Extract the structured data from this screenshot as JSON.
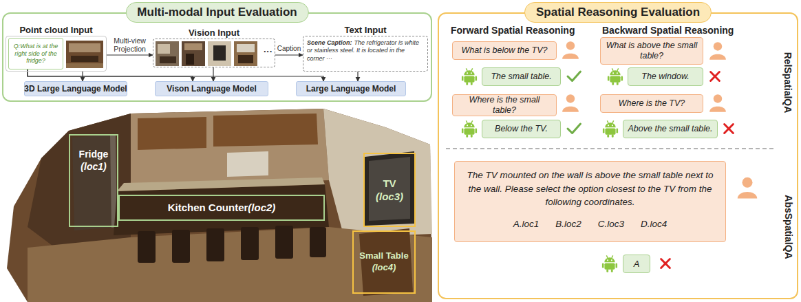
{
  "diagram": {
    "nodes": [
      {
        "text": [
          "Multi-modal Input Evaluation"
        ]
      },
      {
        "text": [
          "Point cloud Input"
        ],
        "in": 0
      },
      {
        "text": [
          "Q:What is at the right side of the fridge?"
        ],
        "in": 1
      },
      {
        "text": [
          "Vision Input",
          "···"
        ],
        "in": 0
      },
      {
        "text": [
          "Text Input",
          "Scene Caption:",
          "The refrigerator is white or stainless steel. It is located in the corner ···"
        ],
        "in": 0
      },
      {
        "text": [
          "3D Large Language Model"
        ],
        "in": 0
      },
      {
        "text": [
          "Vison Language Model"
        ],
        "in": 0
      },
      {
        "text": [
          "Large Language Model"
        ],
        "in": 0
      },
      {
        "text": [
          "Fridge",
          "(loc1)"
        ]
      },
      {
        "text": [
          "Kitchen Counter",
          "(loc2)"
        ]
      },
      {
        "text": [
          "TV",
          "(loc3)"
        ]
      },
      {
        "text": [
          "Small Table",
          "(loc4)"
        ]
      },
      {
        "text": [
          "Spatial Reasoning Evaluation"
        ]
      },
      {
        "text": [
          "What is below the TV?"
        ],
        "in": 12
      },
      {
        "text": [
          "The small table."
        ],
        "in": 12
      },
      {
        "text": [
          "Where is the small table?"
        ],
        "in": 12
      },
      {
        "text": [
          "Below the TV."
        ],
        "in": 12
      },
      {
        "text": [
          "What is above the small table?"
        ],
        "in": 12
      },
      {
        "text": [
          "The window."
        ],
        "in": 12
      },
      {
        "text": [
          "Where is the TV?"
        ],
        "in": 12
      },
      {
        "text": [
          "Above the small table."
        ],
        "in": 12
      },
      {
        "text": [
          "The TV mounted on the wall is above the small table next to the wall. Please select the option closest to the TV from the following coordinates.",
          "A.loc1",
          "B.loc2",
          "C.loc3",
          "D.loc4"
        ],
        "in": 12
      },
      {
        "text": [
          "A"
        ],
        "in": 12
      }
    ],
    "edges": [
      {
        "from": 1,
        "to": 3,
        "arrow": "to",
        "label": "Multi-view Projection"
      },
      {
        "from": 3,
        "to": 4,
        "arrow": "to",
        "label": "Caption"
      },
      {
        "from": 1,
        "to": 5,
        "arrow": "to"
      },
      {
        "from": 3,
        "to": 6,
        "arrow": "to"
      },
      {
        "from": 4,
        "to": 7,
        "arrow": "to"
      },
      {
        "from": 2,
        "to": 6,
        "arrow": "to"
      },
      {
        "from": 2,
        "to": 7,
        "arrow": "to"
      }
    ],
    "labels": [
      "Forward Spatial Reasoning",
      "Backward Spatial Reasoning",
      "RelSpatialQA",
      "AbsSpatialQA"
    ]
  }
}
